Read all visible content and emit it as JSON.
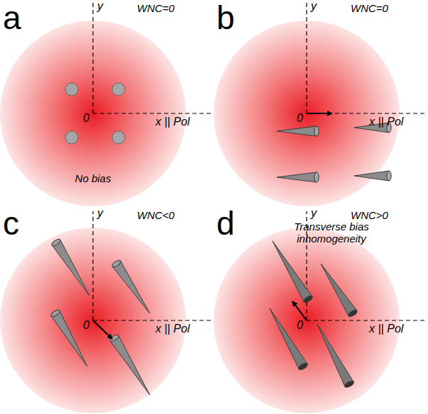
{
  "diagram": {
    "labels": [
      "a",
      "y",
      "WNC=0",
      "0",
      "x || Pol",
      "No bias",
      "b",
      "y",
      "WNC=0",
      "0",
      "x || Pol",
      "Transverse bias inhomogeneity",
      "c",
      "y",
      "WNC<0",
      "0",
      "x || Pol",
      "Transverse bias",
      "d",
      "y",
      "WNC>0",
      "0",
      "x || Pol",
      "Transverse bias"
    ]
  }
}
